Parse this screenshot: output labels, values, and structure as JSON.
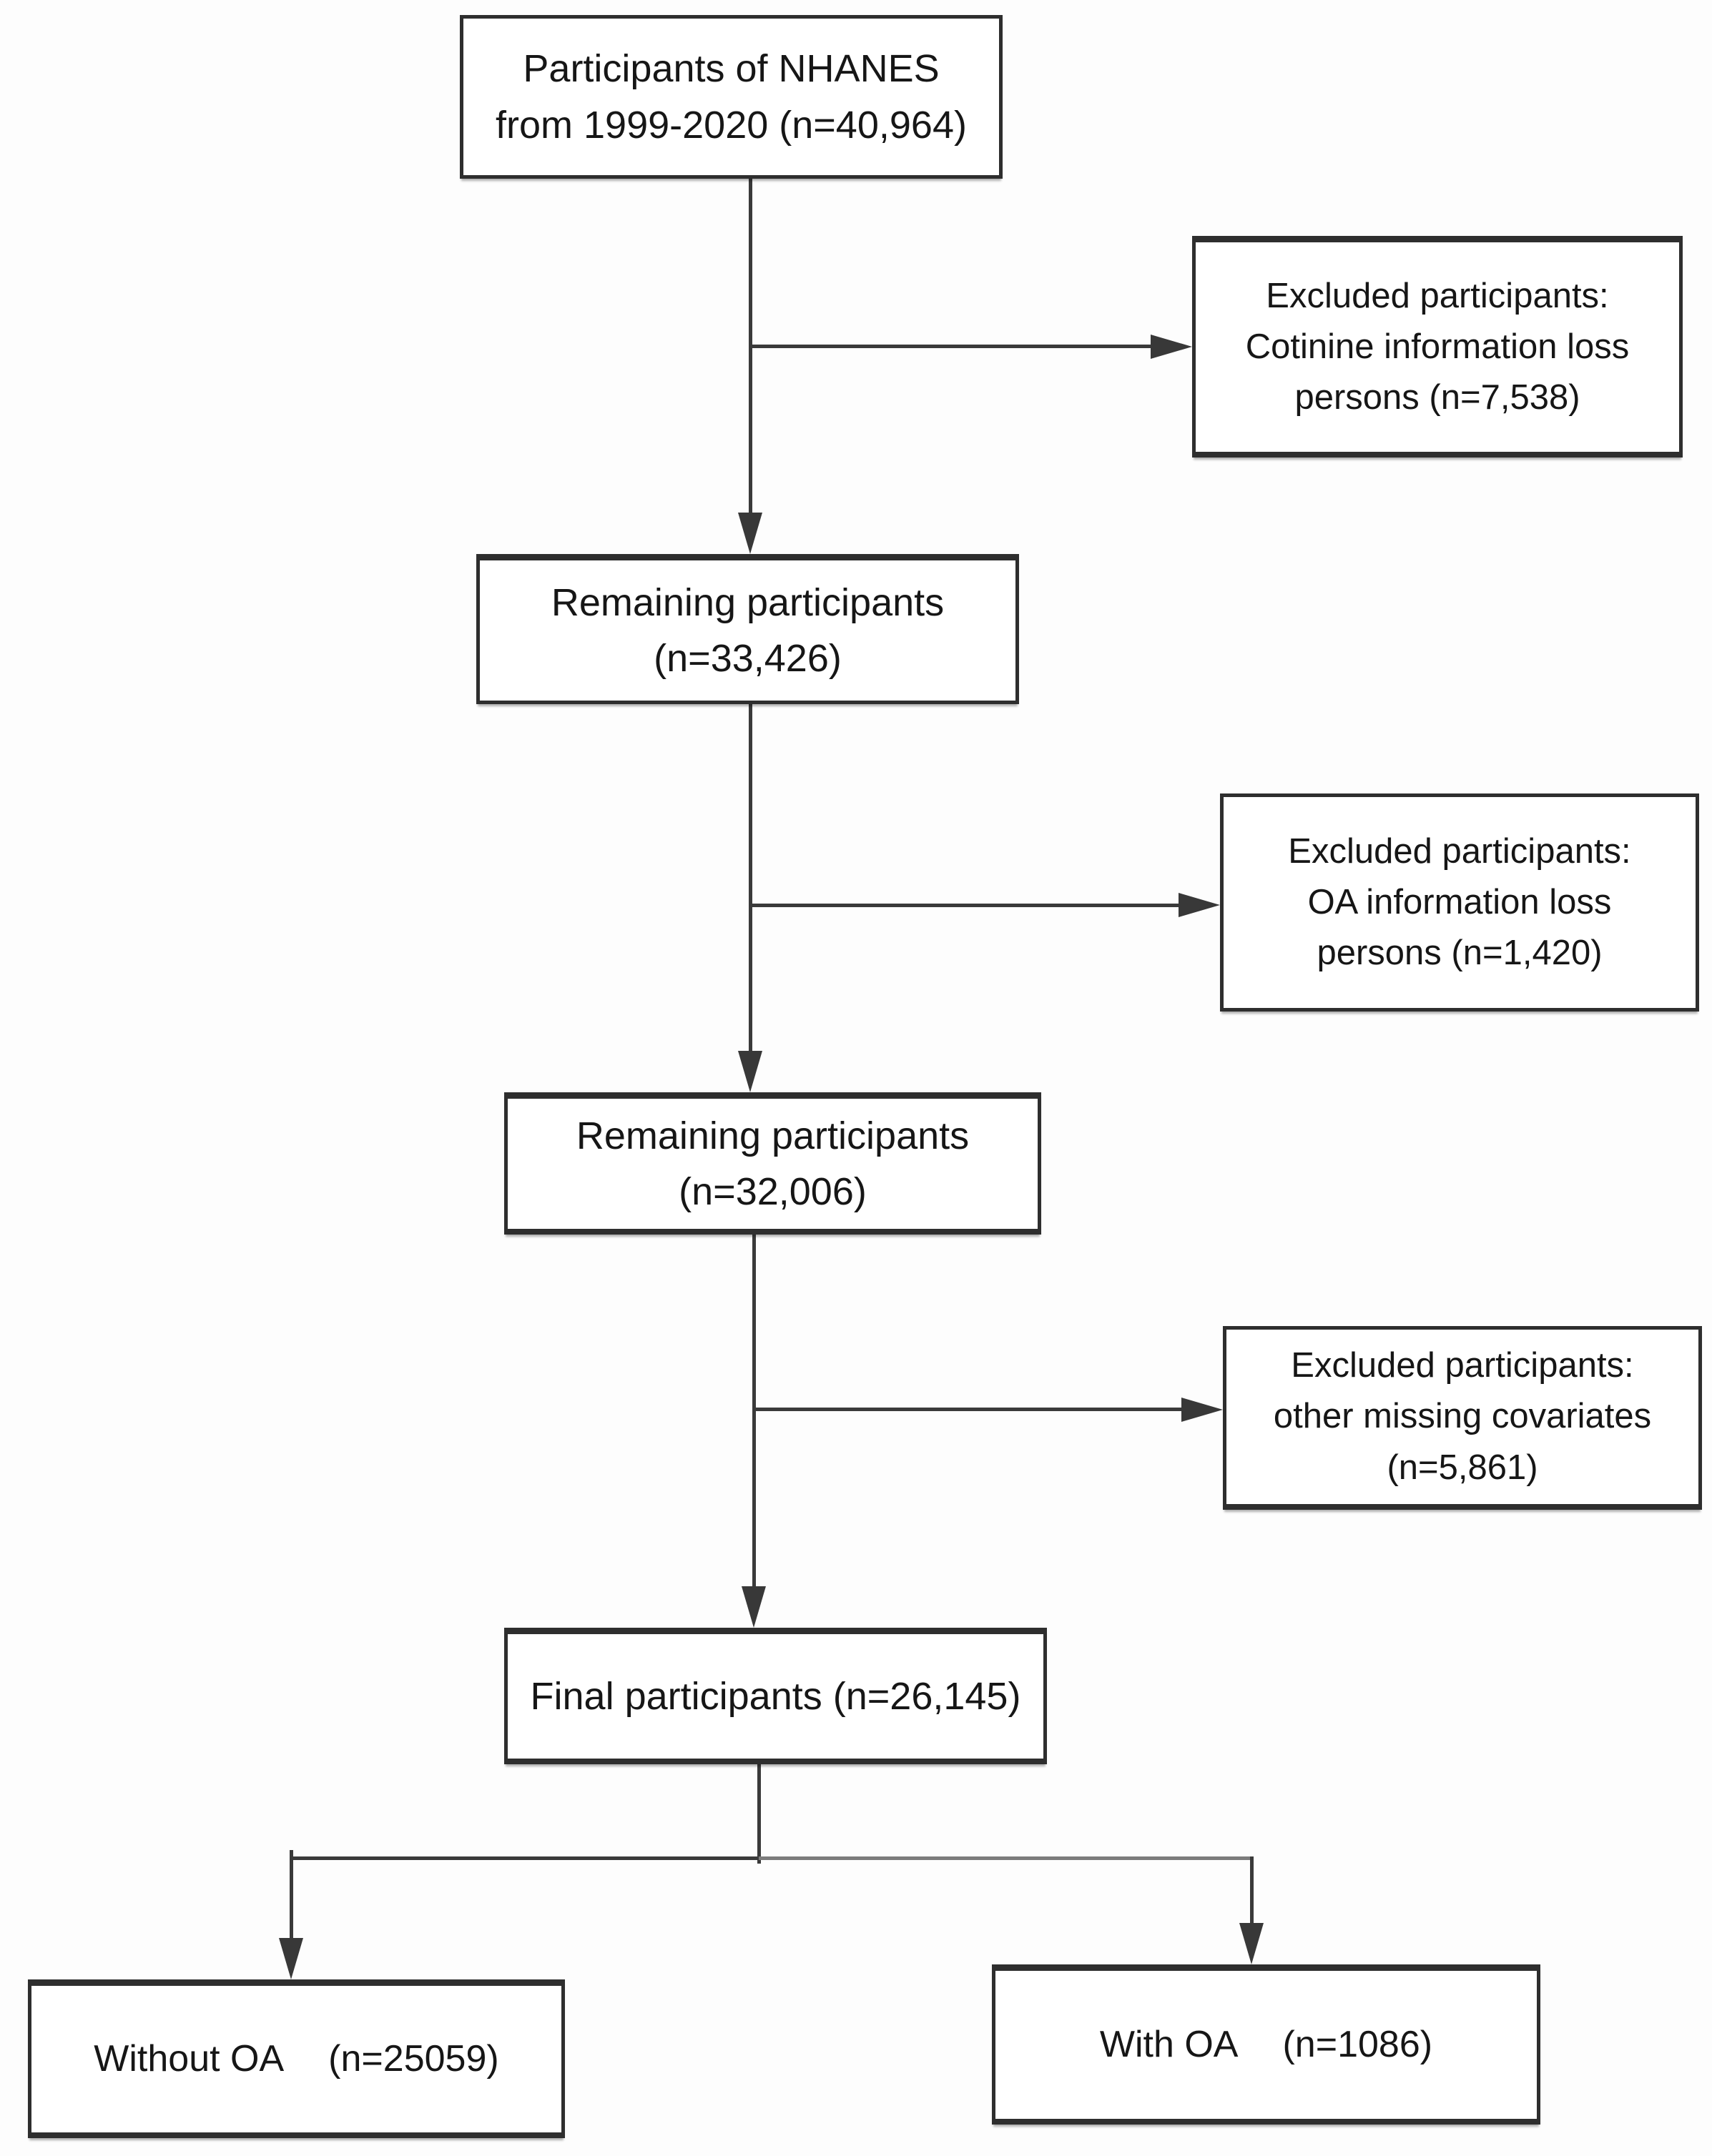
{
  "figure": {
    "background_color": "#fdfdfd",
    "box_fill_color": "#ffffff",
    "border_color": "#2e2e2e",
    "line_color": "#3a3a3a",
    "text_color": "#161616"
  },
  "nodes": {
    "start": {
      "lines": [
        "Participants of NHANES",
        "from 1999-2020 (n=40,964)"
      ]
    },
    "excluded_cotinine": {
      "lines": [
        "Excluded participants:",
        "Cotinine information loss",
        "persons (n=7,538)"
      ]
    },
    "remaining_after_cotinine": {
      "lines": [
        "Remaining participants",
        "(n=33,426)"
      ]
    },
    "excluded_oa_info": {
      "lines": [
        "Excluded participants:",
        "OA information loss",
        "persons (n=1,420)"
      ]
    },
    "remaining_after_oa": {
      "lines": [
        "Remaining participants",
        "(n=32,006)"
      ]
    },
    "excluded_covariates": {
      "lines": [
        "Excluded participants:",
        "other missing covariates",
        "(n=5,861)"
      ]
    },
    "final": {
      "lines": [
        "Final participants (n=26,145)"
      ]
    },
    "without_oa": {
      "label": "Without OA",
      "count": "(n=25059)"
    },
    "with_oa": {
      "label": "With OA",
      "count": "(n=1086)"
    }
  }
}
